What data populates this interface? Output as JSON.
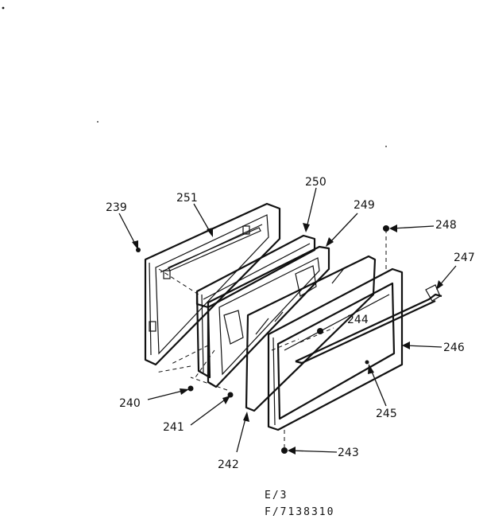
{
  "diagram": {
    "callouts": {
      "c239": "239",
      "c251": "251",
      "c250": "250",
      "c249": "249",
      "c248": "248",
      "c247": "247",
      "c246": "246",
      "c245": "245",
      "c244": "244",
      "c243": "243",
      "c242": "242",
      "c241": "241",
      "c240": "240"
    },
    "footer": {
      "line1": "E/3",
      "line2": "F/7138310"
    }
  }
}
